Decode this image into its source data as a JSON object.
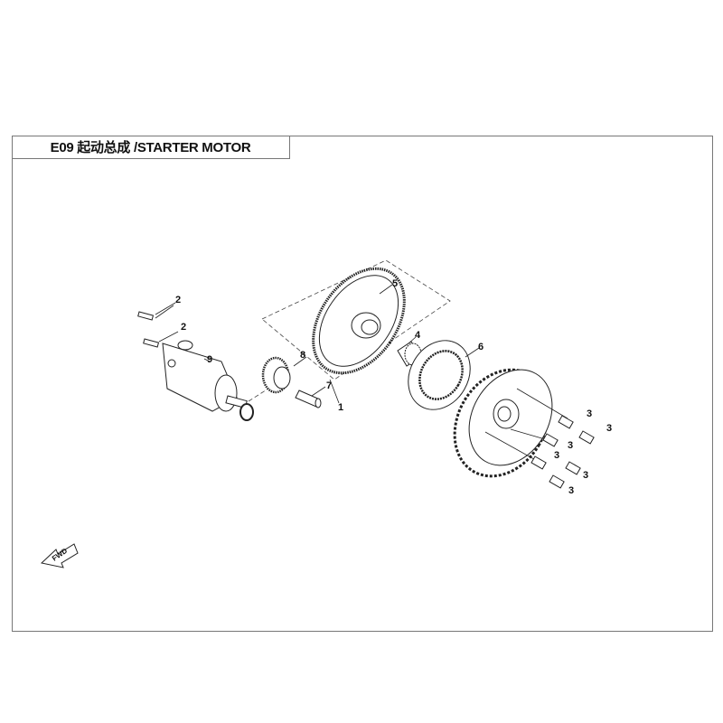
{
  "title": "E09 起动总成 /STARTER MOTOR",
  "fwd_label": "FWD",
  "callouts": {
    "c1": "1",
    "c2a": "2",
    "c2b": "2",
    "c3a": "3",
    "c3b": "3",
    "c3c": "3",
    "c3d": "3",
    "c3e": "3",
    "c3f": "3",
    "c4": "4",
    "c5": "5",
    "c6": "6",
    "c7": "7",
    "c8": "8",
    "c9": "9"
  }
}
